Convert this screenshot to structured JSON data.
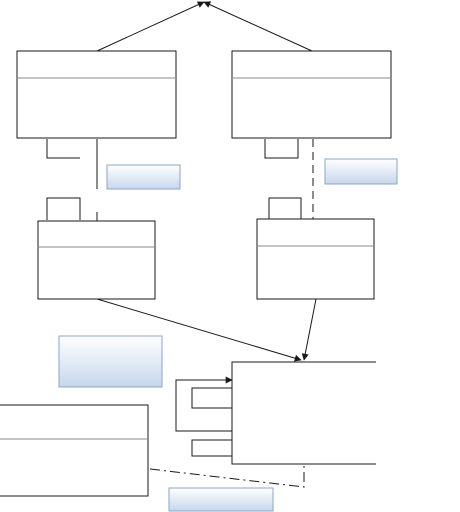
{
  "diagram": {
    "kind": "uml-class-diagram",
    "classes": [
      {
        "id": "class-top-left",
        "title": "",
        "attributes": []
      },
      {
        "id": "class-top-right",
        "title": "",
        "attributes": []
      },
      {
        "id": "class-mid-left",
        "title": "",
        "attributes": []
      },
      {
        "id": "class-mid-right",
        "title": "",
        "attributes": []
      },
      {
        "id": "class-bottom-left",
        "title": "",
        "attributes": []
      },
      {
        "id": "class-bottom-right",
        "title": "",
        "attributes": []
      }
    ],
    "notes": [
      {
        "id": "note-top-left",
        "text": ""
      },
      {
        "id": "note-top-right",
        "text": ""
      },
      {
        "id": "note-middle",
        "text": ""
      },
      {
        "id": "note-bottom",
        "text": ""
      }
    ],
    "colors": {
      "line": "#1a1a1a",
      "divider": "#8a8a8a",
      "note_fill_top": "#ffffff",
      "note_fill_bottom": "#c9d9ec",
      "note_border": "#8aa6c8"
    }
  }
}
